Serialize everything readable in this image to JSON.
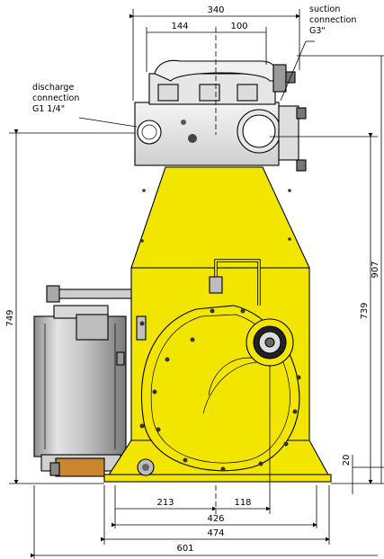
{
  "labels": {
    "suction": [
      "suction",
      "connection",
      "G3\""
    ],
    "discharge": [
      "discharge",
      "connection",
      "G1 1/4\""
    ]
  },
  "dimensions": {
    "top_width": "340",
    "top_left": "144",
    "top_right": "100",
    "overall_height_left": "749",
    "height_right": "739",
    "overall_height_right": "907",
    "foot_height": "20",
    "bottom_213": "213",
    "bottom_118": "118",
    "bottom_426": "426",
    "bottom_474": "474",
    "bottom_601": "601"
  },
  "colors": {
    "body_yellow": "#F2E600",
    "housing_grey": "#E8E8E8",
    "cylinder_grey": "#C9C9C9",
    "bronze": "#C9862E"
  }
}
